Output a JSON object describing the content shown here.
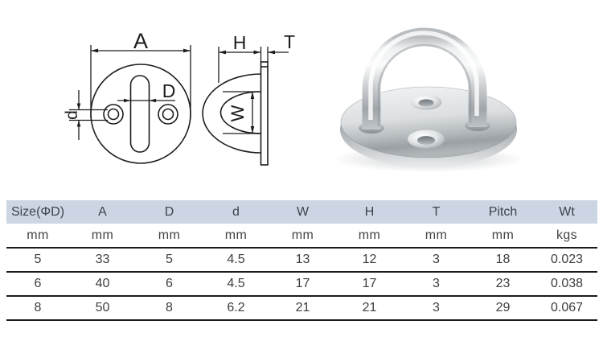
{
  "colors": {
    "background": "#ffffff",
    "table_header_bg": "#ccd5e4",
    "table_line": "#1b1b1b",
    "drawing_stroke": "#1c1c1c",
    "body_text": "#3d3d3d"
  },
  "diagram": {
    "front_view": {
      "label_a": "A",
      "label_big_d": "D",
      "label_small_d": "d"
    },
    "side_view": {
      "label_h": "H",
      "label_t": "T",
      "label_w": "W"
    }
  },
  "table": {
    "columns": [
      "Size(ΦD)",
      "A",
      "D",
      "d",
      "W",
      "H",
      "T",
      "Pitch",
      "Wt"
    ],
    "units": [
      "mm",
      "mm",
      "mm",
      "mm",
      "mm",
      "mm",
      "mm",
      "mm",
      "kgs"
    ],
    "rows": [
      [
        "5",
        "33",
        "5",
        "4.5",
        "13",
        "12",
        "3",
        "18",
        "0.023"
      ],
      [
        "6",
        "40",
        "6",
        "4.5",
        "17",
        "17",
        "3",
        "23",
        "0.038"
      ],
      [
        "8",
        "50",
        "8",
        "6.2",
        "21",
        "21",
        "3",
        "29",
        "0.067"
      ]
    ]
  }
}
